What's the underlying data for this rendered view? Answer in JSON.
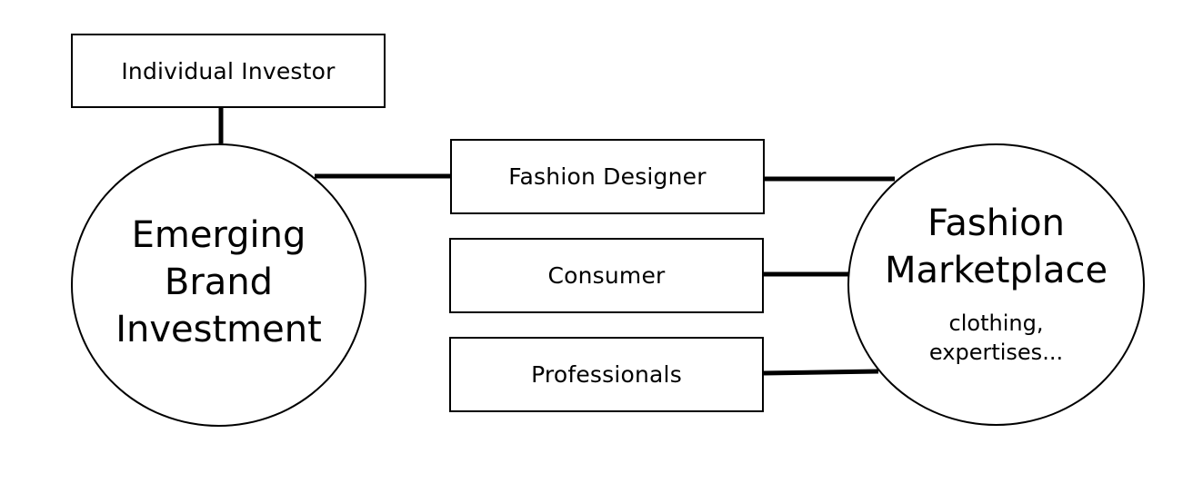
{
  "nodes": {
    "individual_investor": "Individual Investor",
    "emerging_brand": [
      "Emerging",
      "Brand",
      "Investment"
    ],
    "fashion_designer": "Fashion Designer",
    "consumer": "Consumer",
    "professionals": "Professionals",
    "fashion_marketplace": [
      "Fashion",
      "Marketplace"
    ],
    "fashion_marketplace_detail": [
      "clothing,",
      "expertises..."
    ]
  },
  "colors": {
    "stroke": "#000000",
    "background": "#ffffff"
  }
}
